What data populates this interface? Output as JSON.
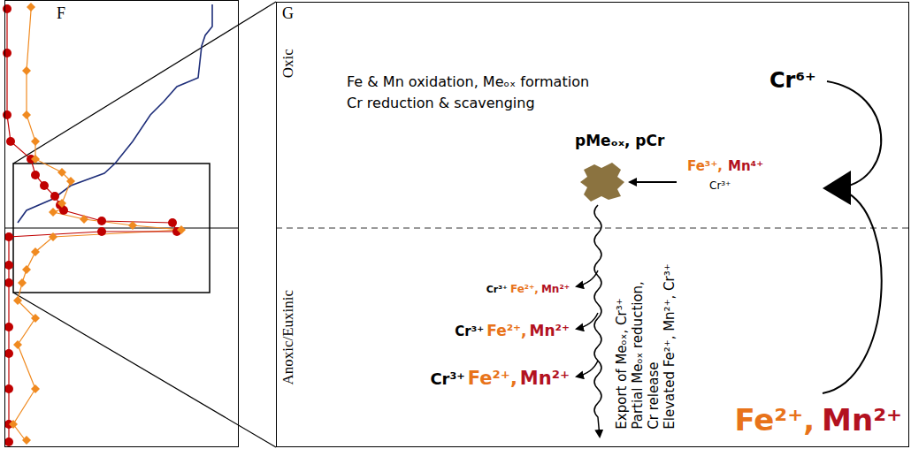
{
  "diagram": {
    "nodes": [
      {
        "text": [
          "F"
        ]
      },
      {
        "text": [
          "G"
        ]
      }
    ],
    "labels": [
      "Oxic",
      "Anoxic/Euxinic",
      "Fe & Mn oxidation, Meₒₓ formation",
      "Cr reduction & scavenging",
      "Cr⁶⁺",
      "pMeₒₓ, pCr",
      "Fe³⁺,",
      "Mn⁴⁺",
      "Cr³⁺",
      "Cr³⁺",
      "Fe²⁺,",
      "Mn²⁺",
      "Cr³⁺",
      "Fe²⁺,",
      "Mn²⁺",
      "Cr³⁺",
      "Fe²⁺,",
      "Mn²⁺",
      "Export of Meₒₓ, Cr³⁺",
      "Partial Meₒₓ reduction,",
      "Cr release",
      "Elevated Fe²⁺, Mn²⁺, Cr³⁺",
      "Fe²⁺,",
      "Mn²⁺"
    ]
  }
}
